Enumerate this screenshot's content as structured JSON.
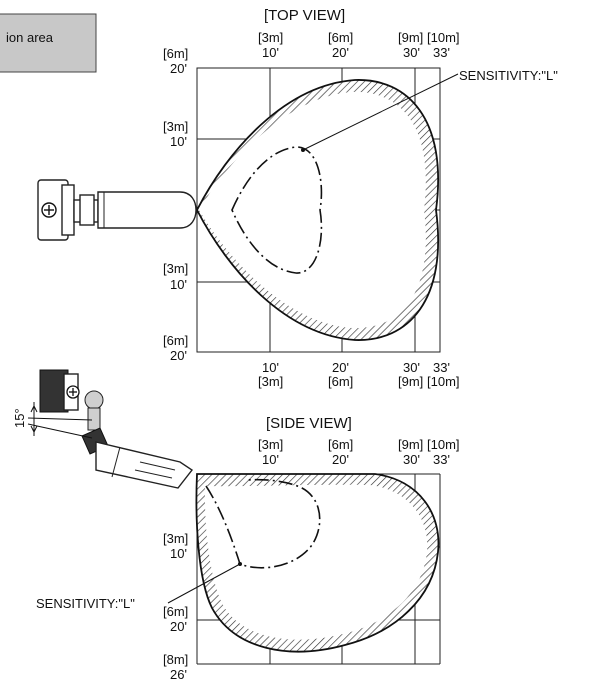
{
  "note_box": {
    "text": "ion area",
    "fill": "#c8c8c8"
  },
  "top_view": {
    "title": "[TOP VIEW]",
    "sensitivity_label": "SENSITIVITY:\"L\"",
    "top_axis": [
      {
        "m": "[3m]",
        "ft": "10'"
      },
      {
        "m": "[6m]",
        "ft": "20'"
      },
      {
        "m": "[9m]",
        "ft": "30'"
      },
      {
        "m": "[10m]",
        "ft": "33'"
      }
    ],
    "bottom_axis": [
      {
        "ft": "10'",
        "m": "[3m]"
      },
      {
        "ft": "20'",
        "m": "[6m]"
      },
      {
        "ft": "30'",
        "m": "[9m]"
      },
      {
        "ft": "33'",
        "m": "[10m]"
      }
    ],
    "left_axis": [
      {
        "m": "[6m]",
        "ft": "20'"
      },
      {
        "m": "[3m]",
        "ft": "10'"
      },
      {
        "m": "[3m]",
        "ft": "10'"
      },
      {
        "m": "[6m]",
        "ft": "20'"
      }
    ]
  },
  "side_view": {
    "title": "[SIDE VIEW]",
    "sensitivity_label": "SENSITIVITY:\"L\"",
    "angle_label": "15°",
    "top_axis": [
      {
        "m": "[3m]",
        "ft": "10'"
      },
      {
        "m": "[6m]",
        "ft": "20'"
      },
      {
        "m": "[9m]",
        "ft": "30'"
      },
      {
        "m": "[10m]",
        "ft": "33'"
      }
    ],
    "left_axis": [
      {
        "m": "[3m]",
        "ft": "10'"
      },
      {
        "m": "[6m]",
        "ft": "20'"
      },
      {
        "m": "[8m]",
        "ft": "26'"
      }
    ]
  }
}
